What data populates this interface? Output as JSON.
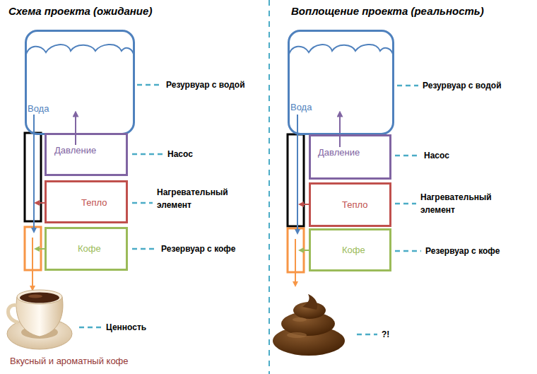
{
  "diagram": {
    "nodes": [
      {
        "text": [
          "Вода"
        ]
      },
      {
        "text": [
          "Давление"
        ]
      },
      {
        "text": [
          "Тепло"
        ]
      },
      {
        "text": [
          "Кофе"
        ]
      },
      {
        "text": [
          "Вода"
        ]
      },
      {
        "text": [
          "Давление"
        ]
      },
      {
        "text": [
          "Тепло"
        ]
      },
      {
        "text": [
          "Кофе"
        ]
      }
    ],
    "edges": [
      {
        "from": 1,
        "to": 0,
        "arrow": "to"
      },
      {
        "from": 5,
        "to": 4,
        "arrow": "to"
      }
    ],
    "labels": [
      "Схема проекта (ожидание)",
      "Резурвуар с водой",
      "Насос",
      "Нагревательный элемент",
      "Резервуар с кофе",
      "Ценность",
      "Вкусный и ароматный кофе",
      "Воплощение проекта (реальность)",
      "Резурвуар с водой",
      "Насос",
      "Нагревательный элемент",
      "Резервуар с кофе",
      "?!"
    ]
  }
}
